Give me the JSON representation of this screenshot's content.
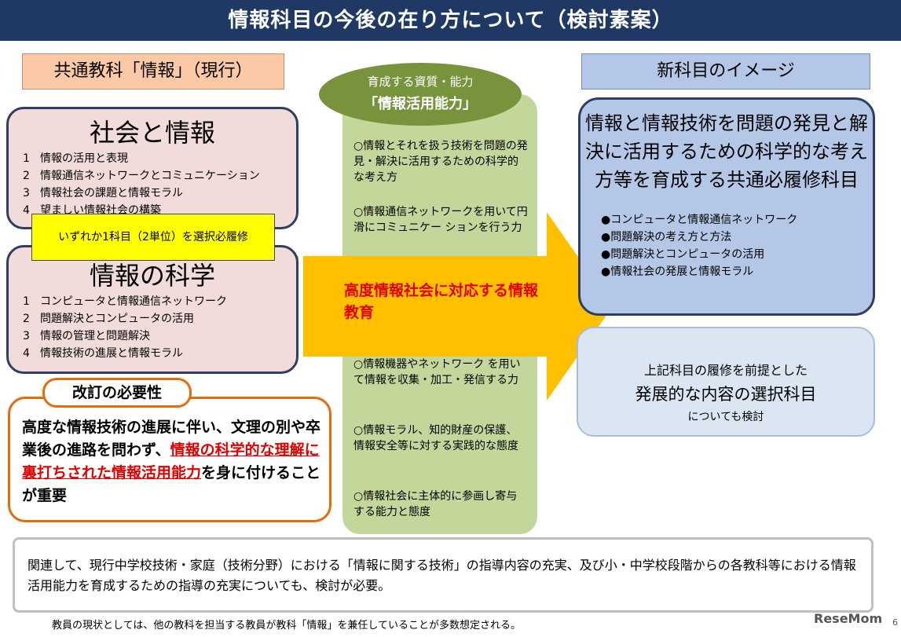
{
  "title": "情報科目の今後の在り方について（検討素案）",
  "current_label": "共通教科「情報」（現行）",
  "new_label": "新科目のイメージ",
  "subject1": {
    "title": "社会と情報",
    "items": [
      {
        "num": "1",
        "text": "情報の活用と表現"
      },
      {
        "num": "2",
        "text": "情報通信ネットワークとコミュニケーション"
      },
      {
        "num": "3",
        "text": "情報社会の課題と情報モラル"
      },
      {
        "num": "4",
        "text": "望ましい情報社会の構築"
      }
    ]
  },
  "select_note": "いずれか1科目（2単位）を選択必履修",
  "subject2": {
    "title": "情報の科学",
    "items": [
      {
        "num": "1",
        "text": "コンピュータと情報通信ネットワーク"
      },
      {
        "num": "2",
        "text": "問題解決とコンピュータの活用"
      },
      {
        "num": "3",
        "text": "情報の管理と問題解決"
      },
      {
        "num": "4",
        "text": "情報技術の進展と情報モラル"
      }
    ]
  },
  "competency": {
    "line1": "育成する資質・能力",
    "line2": "「情報活用能力」",
    "items": [
      "○情報とそれを扱う技術を問題の発見・解決に活用するための科学的な考え方",
      "○情報通信ネットワークを用いて円滑にコミュニケー ションを行う力",
      "○情報機器やネットワーク を用いて情報を収集・加工・発信する力",
      "○情報モラル、知的財産の保護、情報安全等に対する実践的な態度",
      "○情報社会に主体的に参画し寄与する能力と態度"
    ]
  },
  "arrow_text": "高度情報社会に対応する情報教育",
  "new_subject": {
    "headline": "情報と情報技術を問題の発見と解決に活用するための科学的な考え方等を育成する共通必履修科目",
    "bullets": [
      "●コンピュータと情報通信ネットワーク",
      "●問題解決の考え方と方法",
      "●問題解決とコンピュータの活用",
      "●情報社会の発展と情報モラル"
    ]
  },
  "elective": {
    "line1": "上記科目の履修を前提とした",
    "line2": "発展的な内容の選択科目",
    "line3": "についても検討"
  },
  "necessity": {
    "label": "改訂の必要性",
    "text_before": "高度な情報技術の進展に伴い、文理の別や卒業後の進路を問わず、",
    "text_highlight": "情報の科学的な理解に裏打ちされた情報活用能力",
    "text_after": "を身に付けることが重要"
  },
  "related_text": "関連して、現行中学校技術・家庭（技術分野）における「情報に関する技術」の指導内容の充実、及び小・中学校段階からの各教科等における情報活用能力を育成するための指導の充実についても、検討が必要。",
  "footnote": "教員の現状としては、他の教科を担当する教員が教科「情報」を兼任していることが多数想定される。",
  "logo": "ReseMom",
  "page_number": "6",
  "colors": {
    "title_bg": "#1f3864",
    "arrow_fill": "#ffc000",
    "green": "#c4d79b",
    "highlight_red": "#e00000"
  }
}
